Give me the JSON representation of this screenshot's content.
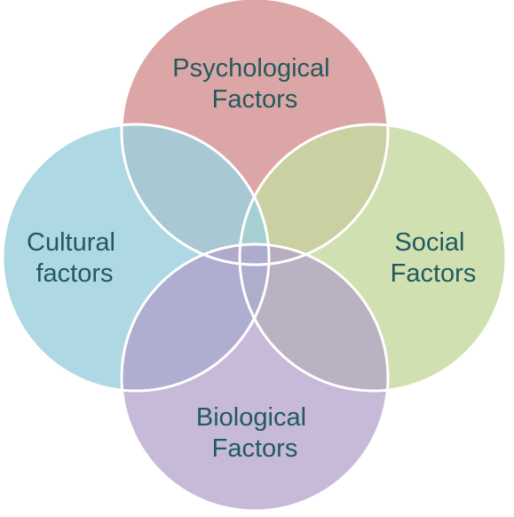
{
  "diagram": {
    "type": "four-circle-venn",
    "circles": [
      {
        "id": "psychological",
        "label_lines": [
          "Psychological",
          "Factors"
        ],
        "color": "#d89a9a"
      },
      {
        "id": "social",
        "label_lines": [
          "Social",
          "Factors"
        ],
        "color": "#c6d9a0"
      },
      {
        "id": "cultural",
        "label_lines": [
          "Cultural",
          "factors"
        ],
        "color": "#9ccfdd"
      },
      {
        "id": "biological",
        "label_lines": [
          "Biological",
          "Factors"
        ],
        "color": "#b19ec9"
      }
    ],
    "label_color": "#215a60",
    "outline_color": "#ffffff",
    "background_color": "#ffffff"
  }
}
